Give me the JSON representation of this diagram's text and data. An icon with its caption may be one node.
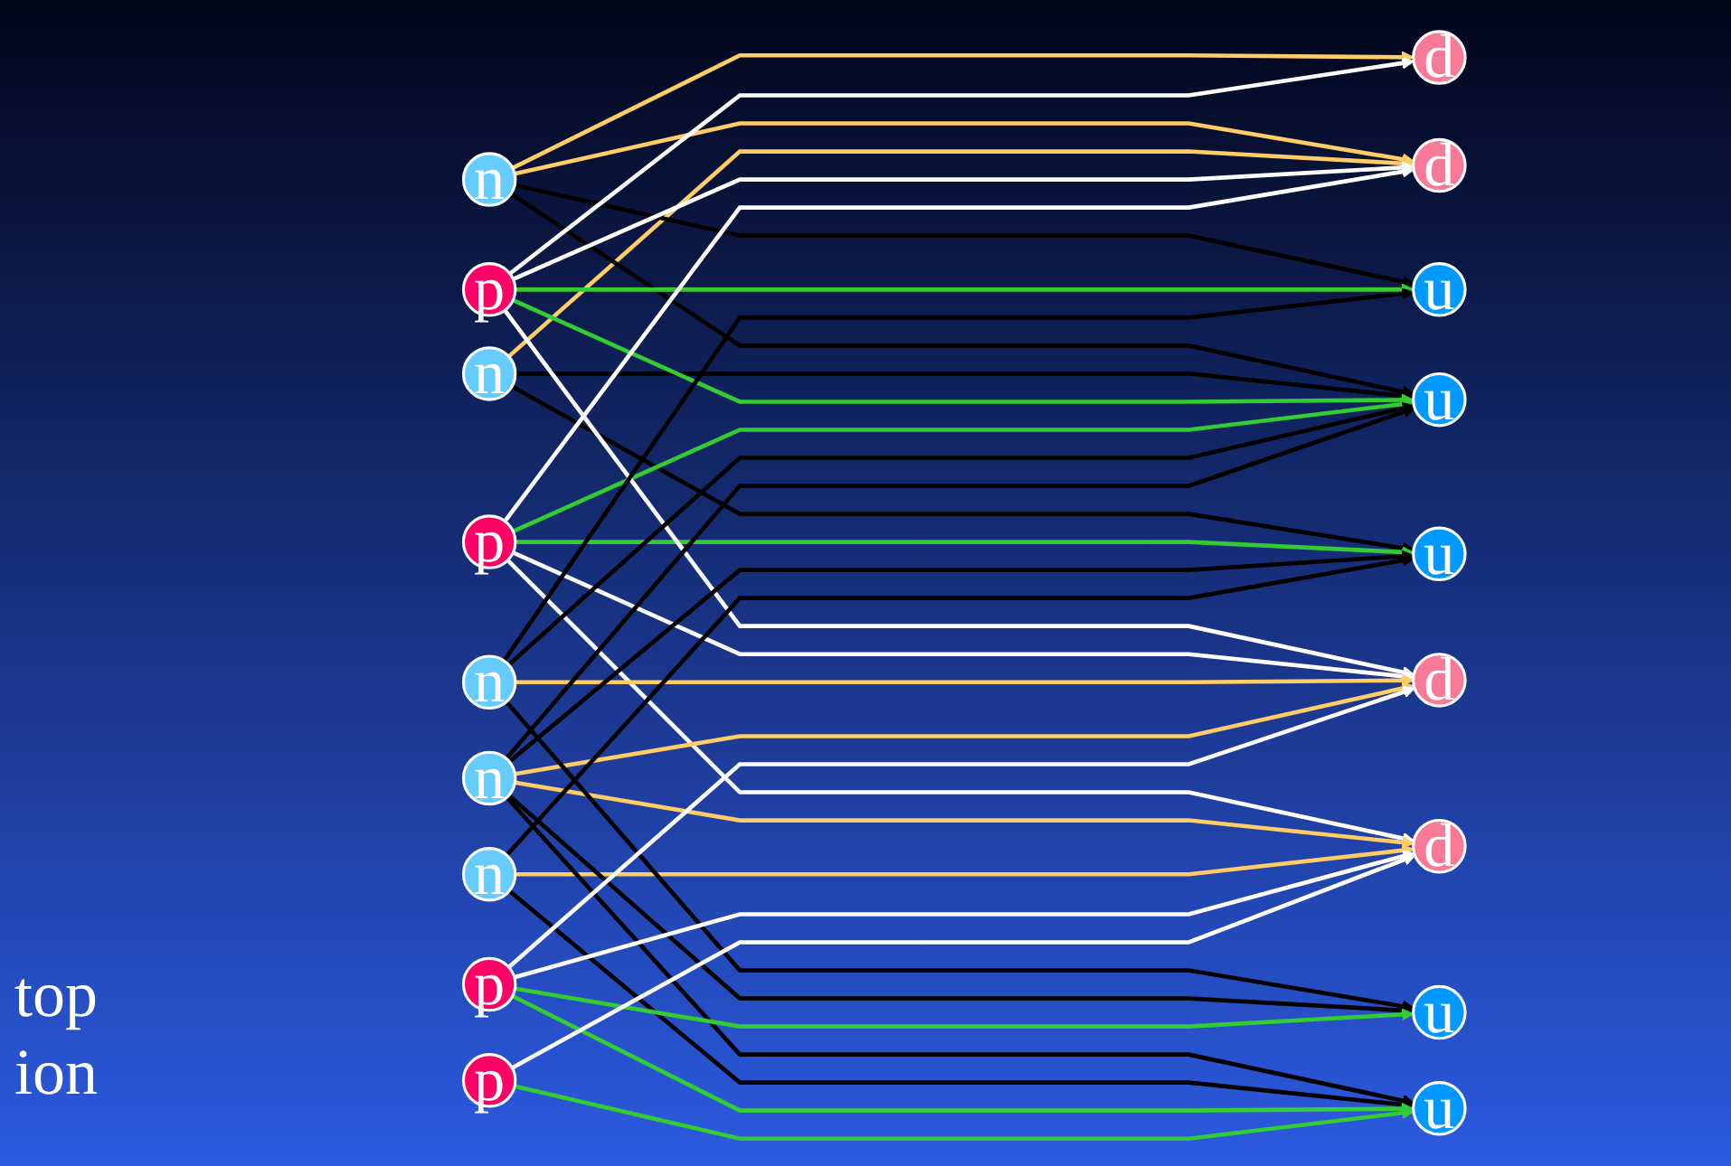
{
  "diagram": {
    "nodes": [
      {
        "text": [
          "d"
        ]
      },
      {
        "text": [
          "n"
        ]
      },
      {
        "text": [
          "d"
        ]
      },
      {
        "text": [
          "n"
        ]
      },
      {
        "text": [
          "u"
        ]
      },
      {
        "text": [
          "p"
        ]
      },
      {
        "text": [
          "u"
        ]
      },
      {
        "text": [
          "p"
        ]
      },
      {
        "text": [
          "u"
        ]
      },
      {
        "text": [
          "n"
        ]
      },
      {
        "text": [
          "d"
        ]
      },
      {
        "text": [
          "n"
        ]
      },
      {
        "text": [
          "d"
        ]
      },
      {
        "text": [
          "n"
        ]
      },
      {
        "text": [
          "u"
        ]
      },
      {
        "text": [
          "p"
        ]
      },
      {
        "text": [
          "u"
        ]
      },
      {
        "text": [
          "p"
        ]
      }
    ],
    "edges": [
      {
        "from": 1,
        "to": 0,
        "arrow": "to",
        "color": "#ffcc66"
      },
      {
        "from": 1,
        "to": 2,
        "arrow": "to",
        "color": "#ffcc66"
      },
      {
        "from": 3,
        "to": 2,
        "arrow": "to",
        "color": "#ffcc66"
      },
      {
        "from": 1,
        "to": 4,
        "arrow": "to"
      },
      {
        "from": 1,
        "to": 6,
        "arrow": "to"
      },
      {
        "from": 3,
        "to": 6,
        "arrow": "to"
      },
      {
        "from": 3,
        "to": 8,
        "arrow": "to"
      },
      {
        "from": 5,
        "to": 4,
        "arrow": "to",
        "color": "#33cc33"
      },
      {
        "from": 5,
        "to": 6,
        "arrow": "to",
        "color": "#33cc33"
      },
      {
        "from": 7,
        "to": 6,
        "arrow": "to",
        "color": "#33cc33"
      },
      {
        "from": 7,
        "to": 8,
        "arrow": "to",
        "color": "#33cc33"
      },
      {
        "from": 5,
        "to": 0,
        "arrow": "to",
        "color": "#ffffff"
      },
      {
        "from": 5,
        "to": 2,
        "arrow": "to",
        "color": "#ffffff"
      },
      {
        "from": 5,
        "to": 10,
        "arrow": "to",
        "color": "#ffffff"
      },
      {
        "from": 7,
        "to": 2,
        "arrow": "to",
        "color": "#ffffff"
      },
      {
        "from": 7,
        "to": 10,
        "arrow": "to",
        "color": "#ffffff"
      },
      {
        "from": 7,
        "to": 12,
        "arrow": "to",
        "color": "#ffffff"
      },
      {
        "from": 9,
        "to": 10,
        "arrow": "to",
        "color": "#ffcc66"
      },
      {
        "from": 11,
        "to": 10,
        "arrow": "to",
        "color": "#ffcc66"
      },
      {
        "from": 11,
        "to": 12,
        "arrow": "to",
        "color": "#ffcc66"
      },
      {
        "from": 13,
        "to": 12,
        "arrow": "to",
        "color": "#ffcc66"
      },
      {
        "from": 9,
        "to": 4,
        "arrow": "to"
      },
      {
        "from": 9,
        "to": 6,
        "arrow": "to"
      },
      {
        "from": 9,
        "to": 14,
        "arrow": "to"
      },
      {
        "from": 11,
        "to": 6,
        "arrow": "to"
      },
      {
        "from": 11,
        "to": 8,
        "arrow": "to"
      },
      {
        "from": 11,
        "to": 14,
        "arrow": "to"
      },
      {
        "from": 11,
        "to": 16,
        "arrow": "to"
      },
      {
        "from": 13,
        "to": 8,
        "arrow": "to"
      },
      {
        "from": 13,
        "to": 16,
        "arrow": "to"
      },
      {
        "from": 15,
        "to": 14,
        "arrow": "to",
        "color": "#33cc33"
      },
      {
        "from": 15,
        "to": 16,
        "arrow": "to",
        "color": "#33cc33"
      },
      {
        "from": 17,
        "to": 16,
        "arrow": "to",
        "color": "#33cc33"
      },
      {
        "from": 15,
        "to": 10,
        "arrow": "to",
        "color": "#ffffff"
      },
      {
        "from": 15,
        "to": 12,
        "arrow": "to",
        "color": "#ffffff"
      },
      {
        "from": 17,
        "to": 12,
        "arrow": "to",
        "color": "#ffffff"
      }
    ],
    "labels": [
      "top",
      "ion"
    ]
  }
}
